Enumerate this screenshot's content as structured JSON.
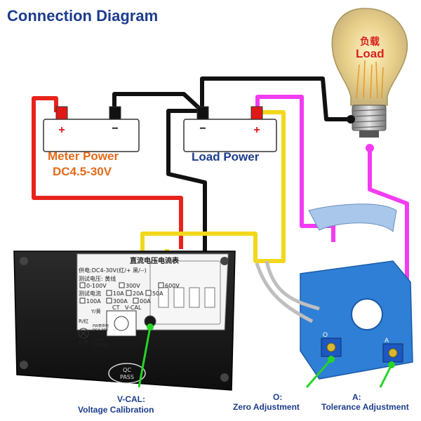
{
  "title": "Connection Diagram",
  "meter_power": {
    "label": "Meter Power",
    "range": "DC4.5-30V",
    "plus": "+",
    "minus": "−"
  },
  "load_power": {
    "label": "Load Power",
    "plus": "+",
    "minus": "−"
  },
  "bulb": {
    "label_cn": "负载",
    "label_en": "Load"
  },
  "meter_panel": {
    "heading": "直流电压电流表",
    "supply": "供电:DC4-30V(红/+  黑/--)",
    "voltage_title": "测试电压: 黄线",
    "voltage_ranges": [
      "0-100V",
      "300V",
      "600V"
    ],
    "current_title": "测试电流",
    "current_ranges_row1": [
      "10A",
      "20A",
      "50A"
    ],
    "current_ranges_row2": [
      "100A",
      "300A",
      "00A"
    ],
    "ct_label": "CT",
    "vcal_label": "V-CAL",
    "r_label": "R/红",
    "b_label": "B/黑",
    "y_label": "Y/黄",
    "load_small": "Load",
    "load_small_cn": "(用电器)",
    "pw_label": "PW表供电",
    "pw_range": "DC4-30V",
    "qc_stamp_1": "QC",
    "qc_stamp_2": "PASS"
  },
  "sensor_labels": {
    "o": "O",
    "a": "A"
  },
  "callouts": {
    "vcal_title": "V-CAL:",
    "vcal_desc": "Voltage Calibration",
    "zero_title": "O:",
    "zero_desc": "Zero Adjustment",
    "tol_title": "A:",
    "tol_desc": "Tolerance Adjustment"
  },
  "colors": {
    "title": "#1c3d8c",
    "meter_label": "#e36a1a",
    "load_label": "#1c3d8c",
    "bulb_label": "#d62020",
    "wire_red": "#e8231c",
    "wire_black": "#111111",
    "wire_yellow": "#f2d81c",
    "wire_magenta": "#f23cf2",
    "callout_green": "#26d326",
    "sensor_blue": "#2f7fd6"
  }
}
